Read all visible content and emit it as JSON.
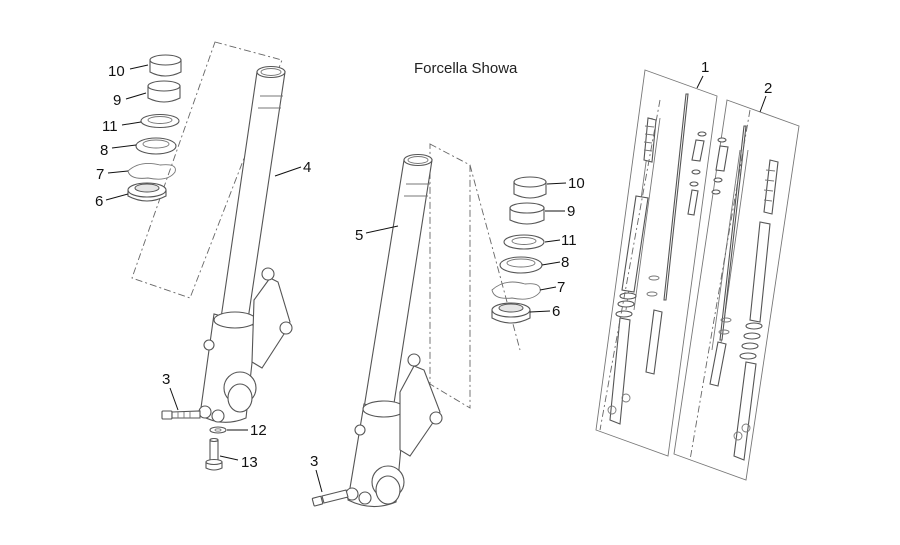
{
  "title": "Forcella Showa",
  "callouts": {
    "c1": "1",
    "c2": "2",
    "c3a": "3",
    "c3b": "3",
    "c4": "4",
    "c5": "5",
    "c6a": "6",
    "c6b": "6",
    "c7a": "7",
    "c7b": "7",
    "c8a": "8",
    "c8b": "8",
    "c9a": "9",
    "c9b": "9",
    "c10a": "10",
    "c10b": "10",
    "c11a": "11",
    "c11b": "11",
    "c12": "12",
    "c13": "13"
  }
}
